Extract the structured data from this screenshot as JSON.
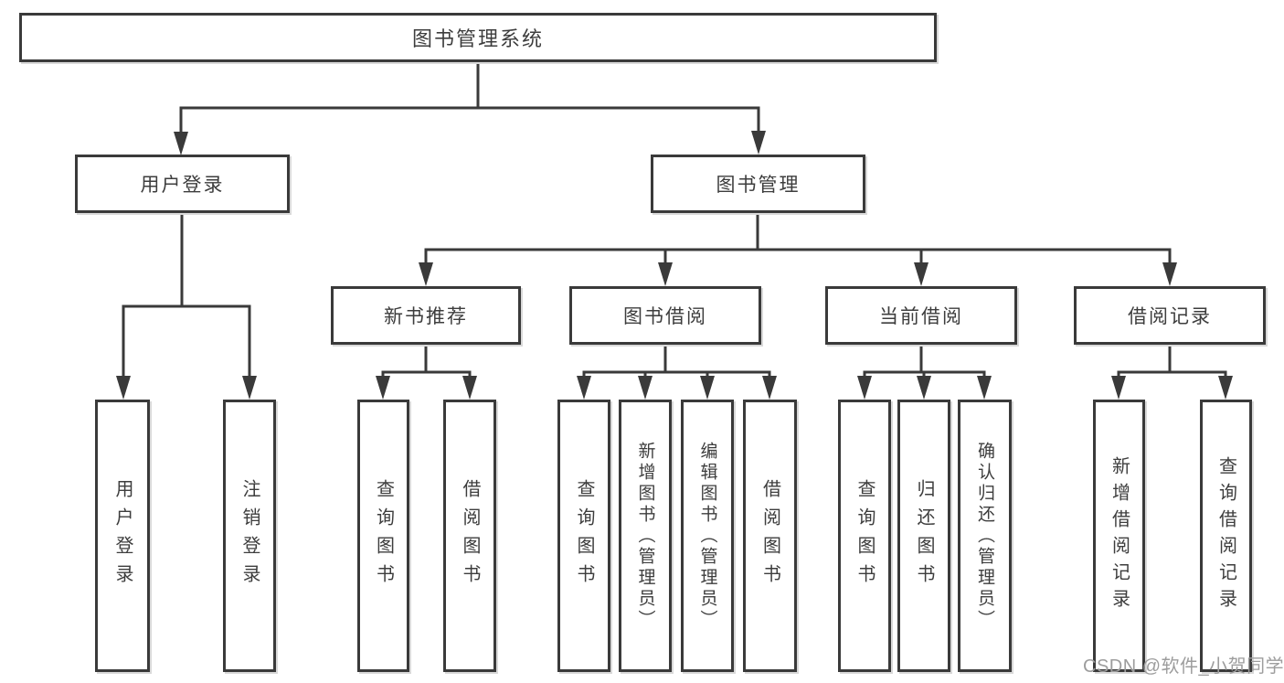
{
  "diagram_title": "图书管理系统",
  "tree": {
    "root": {
      "label": "图书管理系统"
    },
    "branches": [
      {
        "label": "用户登录"
      },
      {
        "label": "图书管理"
      }
    ],
    "groups": [
      {
        "label": "新书推荐",
        "parent": "图书管理"
      },
      {
        "label": "图书借阅",
        "parent": "图书管理"
      },
      {
        "label": "当前借阅",
        "parent": "图书管理"
      },
      {
        "label": "借阅记录",
        "parent": "图书管理"
      }
    ],
    "leaves": [
      {
        "label": "用户登录",
        "parent": "用户登录"
      },
      {
        "label": "注销登录",
        "parent": "用户登录"
      },
      {
        "label": "查询图书",
        "parent": "新书推荐"
      },
      {
        "label": "借阅图书",
        "parent": "新书推荐"
      },
      {
        "label": "查询图书",
        "parent": "图书借阅"
      },
      {
        "label": "新增图书（管理员）",
        "parent": "图书借阅"
      },
      {
        "label": "编辑图书（管理员）",
        "parent": "图书借阅"
      },
      {
        "label": "借阅图书",
        "parent": "图书借阅"
      },
      {
        "label": "查询图书",
        "parent": "当前借阅"
      },
      {
        "label": "归还图书",
        "parent": "当前借阅"
      },
      {
        "label": "确认归还（管理员）",
        "parent": "当前借阅"
      },
      {
        "label": "新增借阅记录",
        "parent": "借阅记录"
      },
      {
        "label": "查询借阅记录",
        "parent": "借阅记录"
      }
    ]
  },
  "watermark": "CSDN @软件_小贺同学",
  "colors": {
    "line": "#3a3a3a",
    "text": "#3d3d3d",
    "watermark": "#9d9d9d",
    "background": "#ffffff"
  }
}
